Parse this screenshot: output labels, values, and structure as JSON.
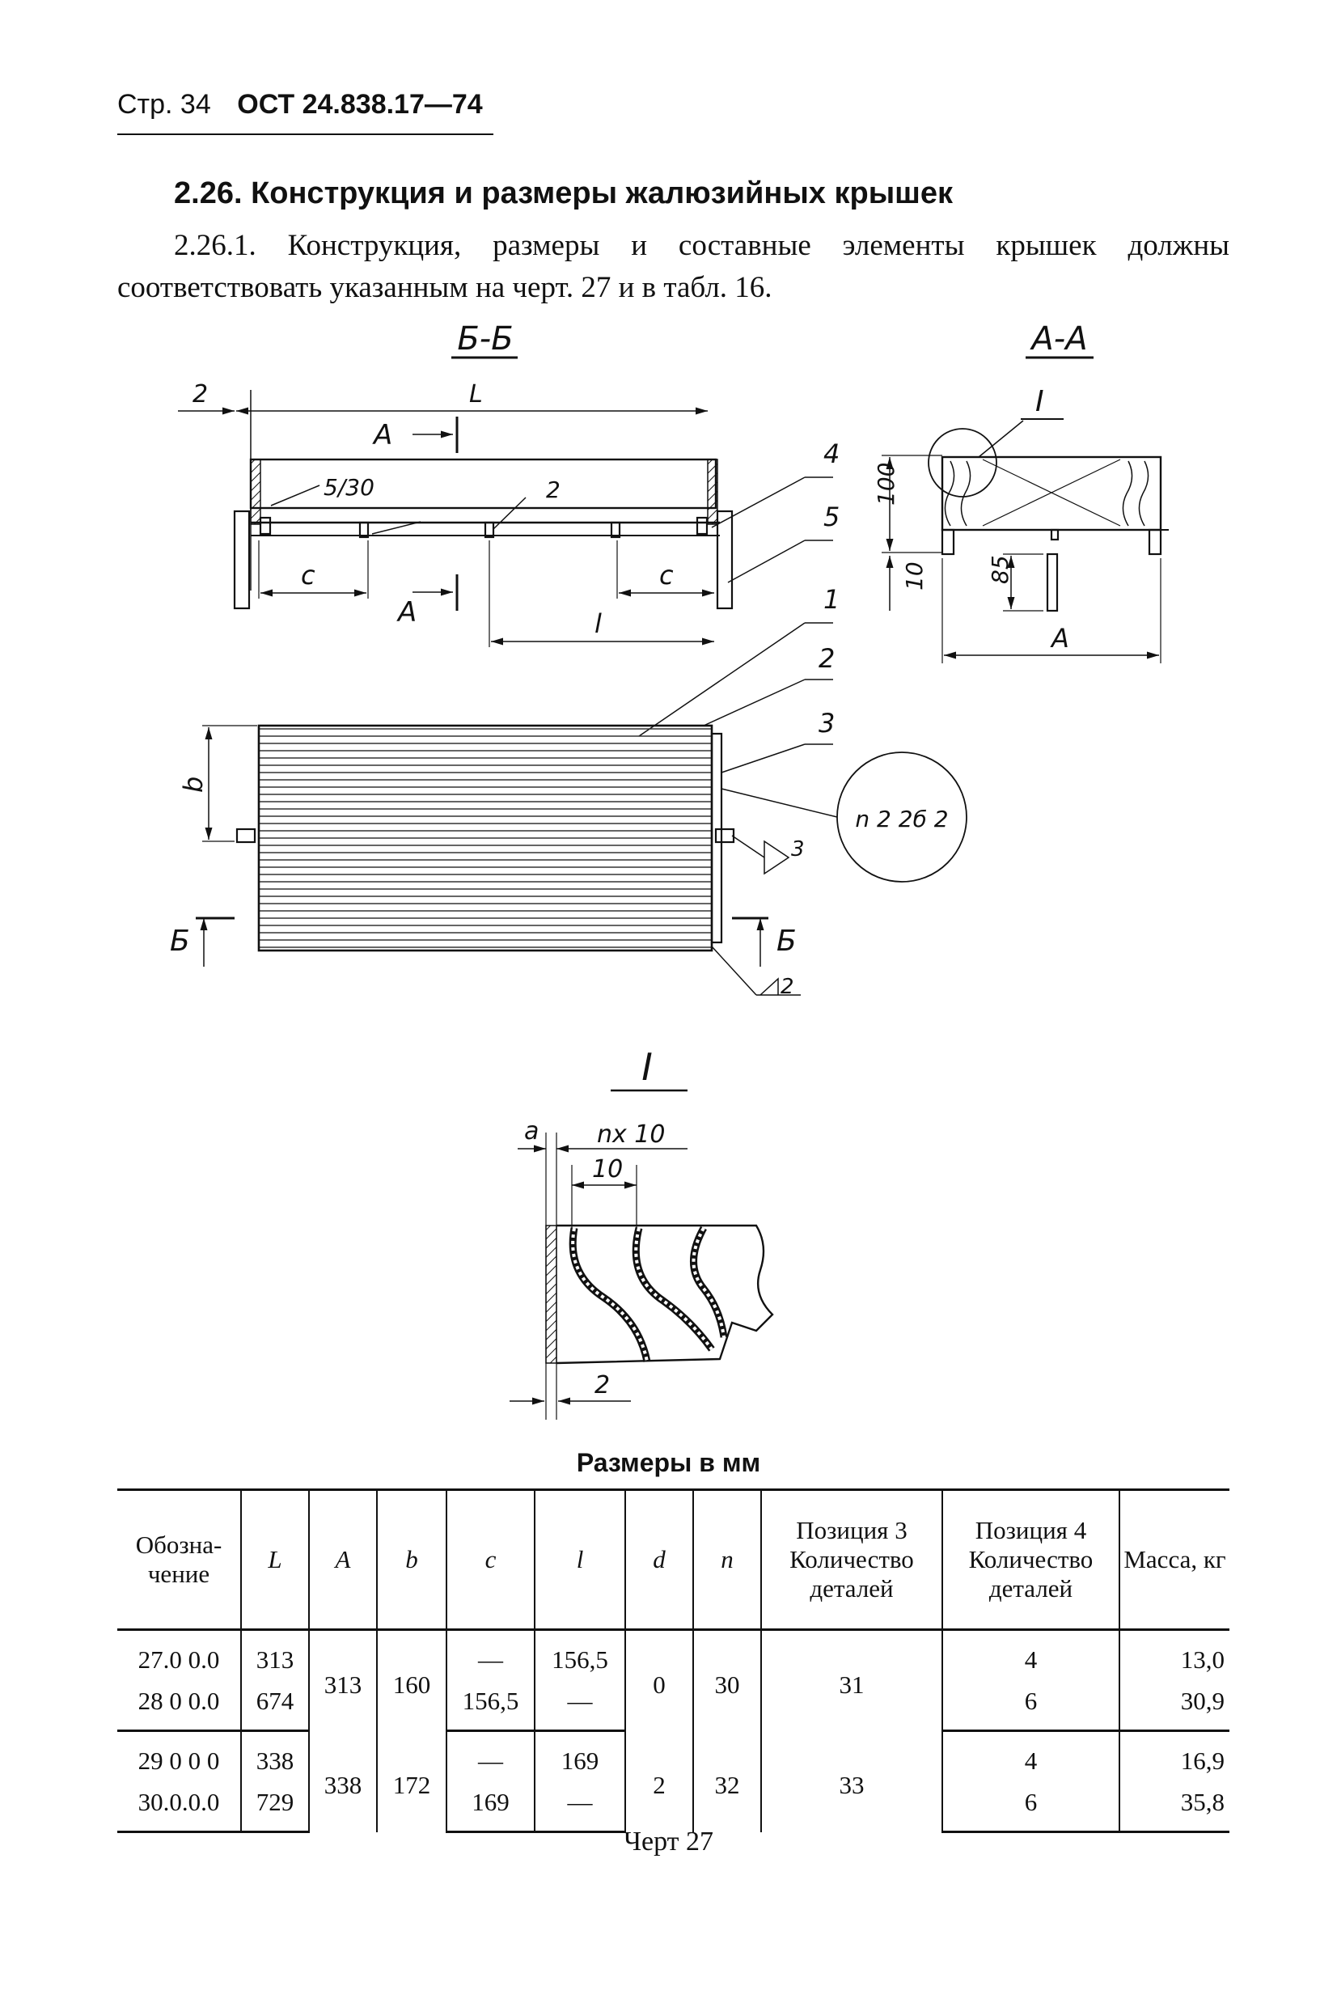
{
  "header": {
    "page_label": "Стр. 34",
    "standard": "ОСТ 24.838.17—74"
  },
  "section": {
    "title": "2.26. Конструкция и размеры жалюзийных крышек",
    "paragraph": "2.26.1. Конструкция, размеры и составные элементы крышек должны соответствовать указанным на черт. 27 и в табл. 16."
  },
  "drawing": {
    "labels": {
      "section_bb": "Б-Б",
      "section_aa": "А-А",
      "detail": "I",
      "dim_L": "L",
      "dim_c": "c",
      "dim_l": "l",
      "dim_b": "b",
      "dim_A": "A",
      "dim_2": "2",
      "cut_A": "А",
      "cut_B": "Б",
      "weld_5_30": "5/30",
      "weld_2": "2",
      "weld_3": "3",
      "pos_1": "1",
      "pos_2": "2",
      "pos_3": "3",
      "pos_4": "4",
      "pos_5": "5",
      "dim_100": "100",
      "dim_10": "10",
      "dim_85": "85",
      "ref_circle": "n 2 2б 2",
      "det_a": "a",
      "det_nx10": "nx 10",
      "det_10": "10",
      "det_2": "2"
    }
  },
  "table": {
    "units_caption": "Размеры в мм",
    "headers": {
      "designation": "Обозна-чение",
      "L": "L",
      "A": "A",
      "b": "b",
      "c": "c",
      "l": "l",
      "d": "d",
      "n": "n",
      "pos3": "Позиция 3 Количество деталей",
      "pos4": "Позиция 4 Количество деталей",
      "mass": "Масса, кг"
    },
    "groups": [
      {
        "A": "313",
        "b": "160",
        "d": "0",
        "n": "30",
        "pos3": "31",
        "rows": [
          {
            "designation": "27.0 0.0",
            "L": "313",
            "c": "—",
            "l": "156,5",
            "pos4": "4",
            "mass": "13,0"
          },
          {
            "designation": "28 0 0.0",
            "L": "674",
            "c": "156,5",
            "l": "—",
            "pos4": "6",
            "mass": "30,9"
          }
        ]
      },
      {
        "A": "338",
        "b": "172",
        "d": "2",
        "n": "32",
        "pos3": "33",
        "rows": [
          {
            "designation": "29 0 0 0",
            "L": "338",
            "c": "—",
            "l": "169",
            "pos4": "4",
            "mass": "16,9"
          },
          {
            "designation": "30.0.0.0",
            "L": "729",
            "c": "169",
            "l": "—",
            "pos4": "6",
            "mass": "35,8"
          }
        ]
      }
    ]
  },
  "caption": "Черт 27"
}
